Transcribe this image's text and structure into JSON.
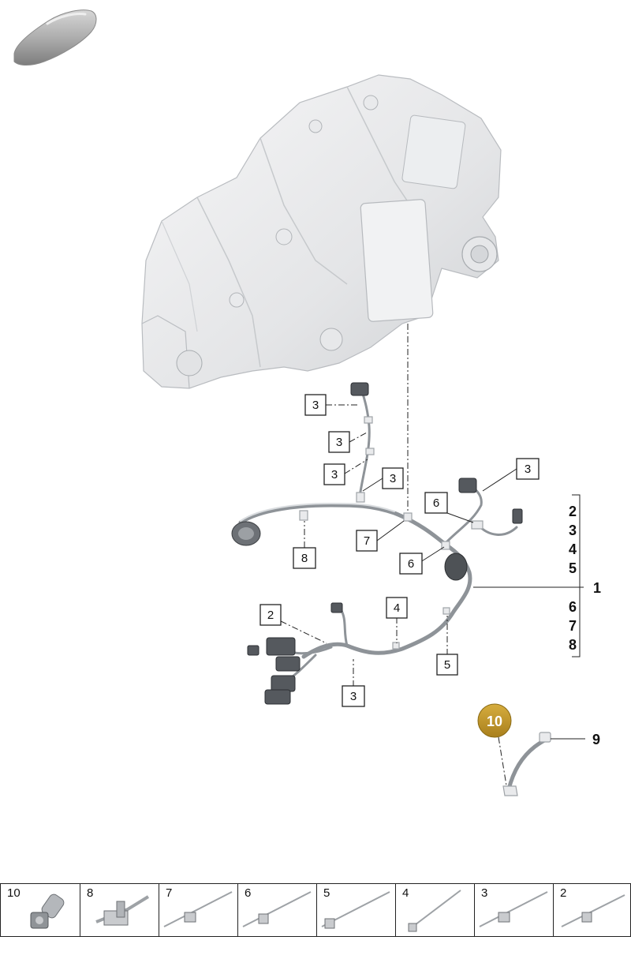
{
  "callouts": {
    "c3_a": "3",
    "c3_b": "3",
    "c3_c": "3",
    "c3_d": "3",
    "c3_e": "3",
    "c3_f": "3",
    "c6_a": "6",
    "c6_b": "6",
    "c7": "7",
    "c8": "8",
    "c2": "2",
    "c4": "4",
    "c5": "5"
  },
  "bracket_list": [
    "2",
    "3",
    "4",
    "5",
    "6",
    "7",
    "8"
  ],
  "main_part": "1",
  "part_9": "9",
  "badge": {
    "label": "10",
    "color": "#c49a2c"
  },
  "parts_strip": [
    "10",
    "8",
    "7",
    "6",
    "5",
    "4",
    "3",
    "2"
  ],
  "icons": {
    "car": "car-silhouette-icon",
    "gearbox": "transmission-illustration",
    "harness": "wiring-harness-illustration"
  }
}
